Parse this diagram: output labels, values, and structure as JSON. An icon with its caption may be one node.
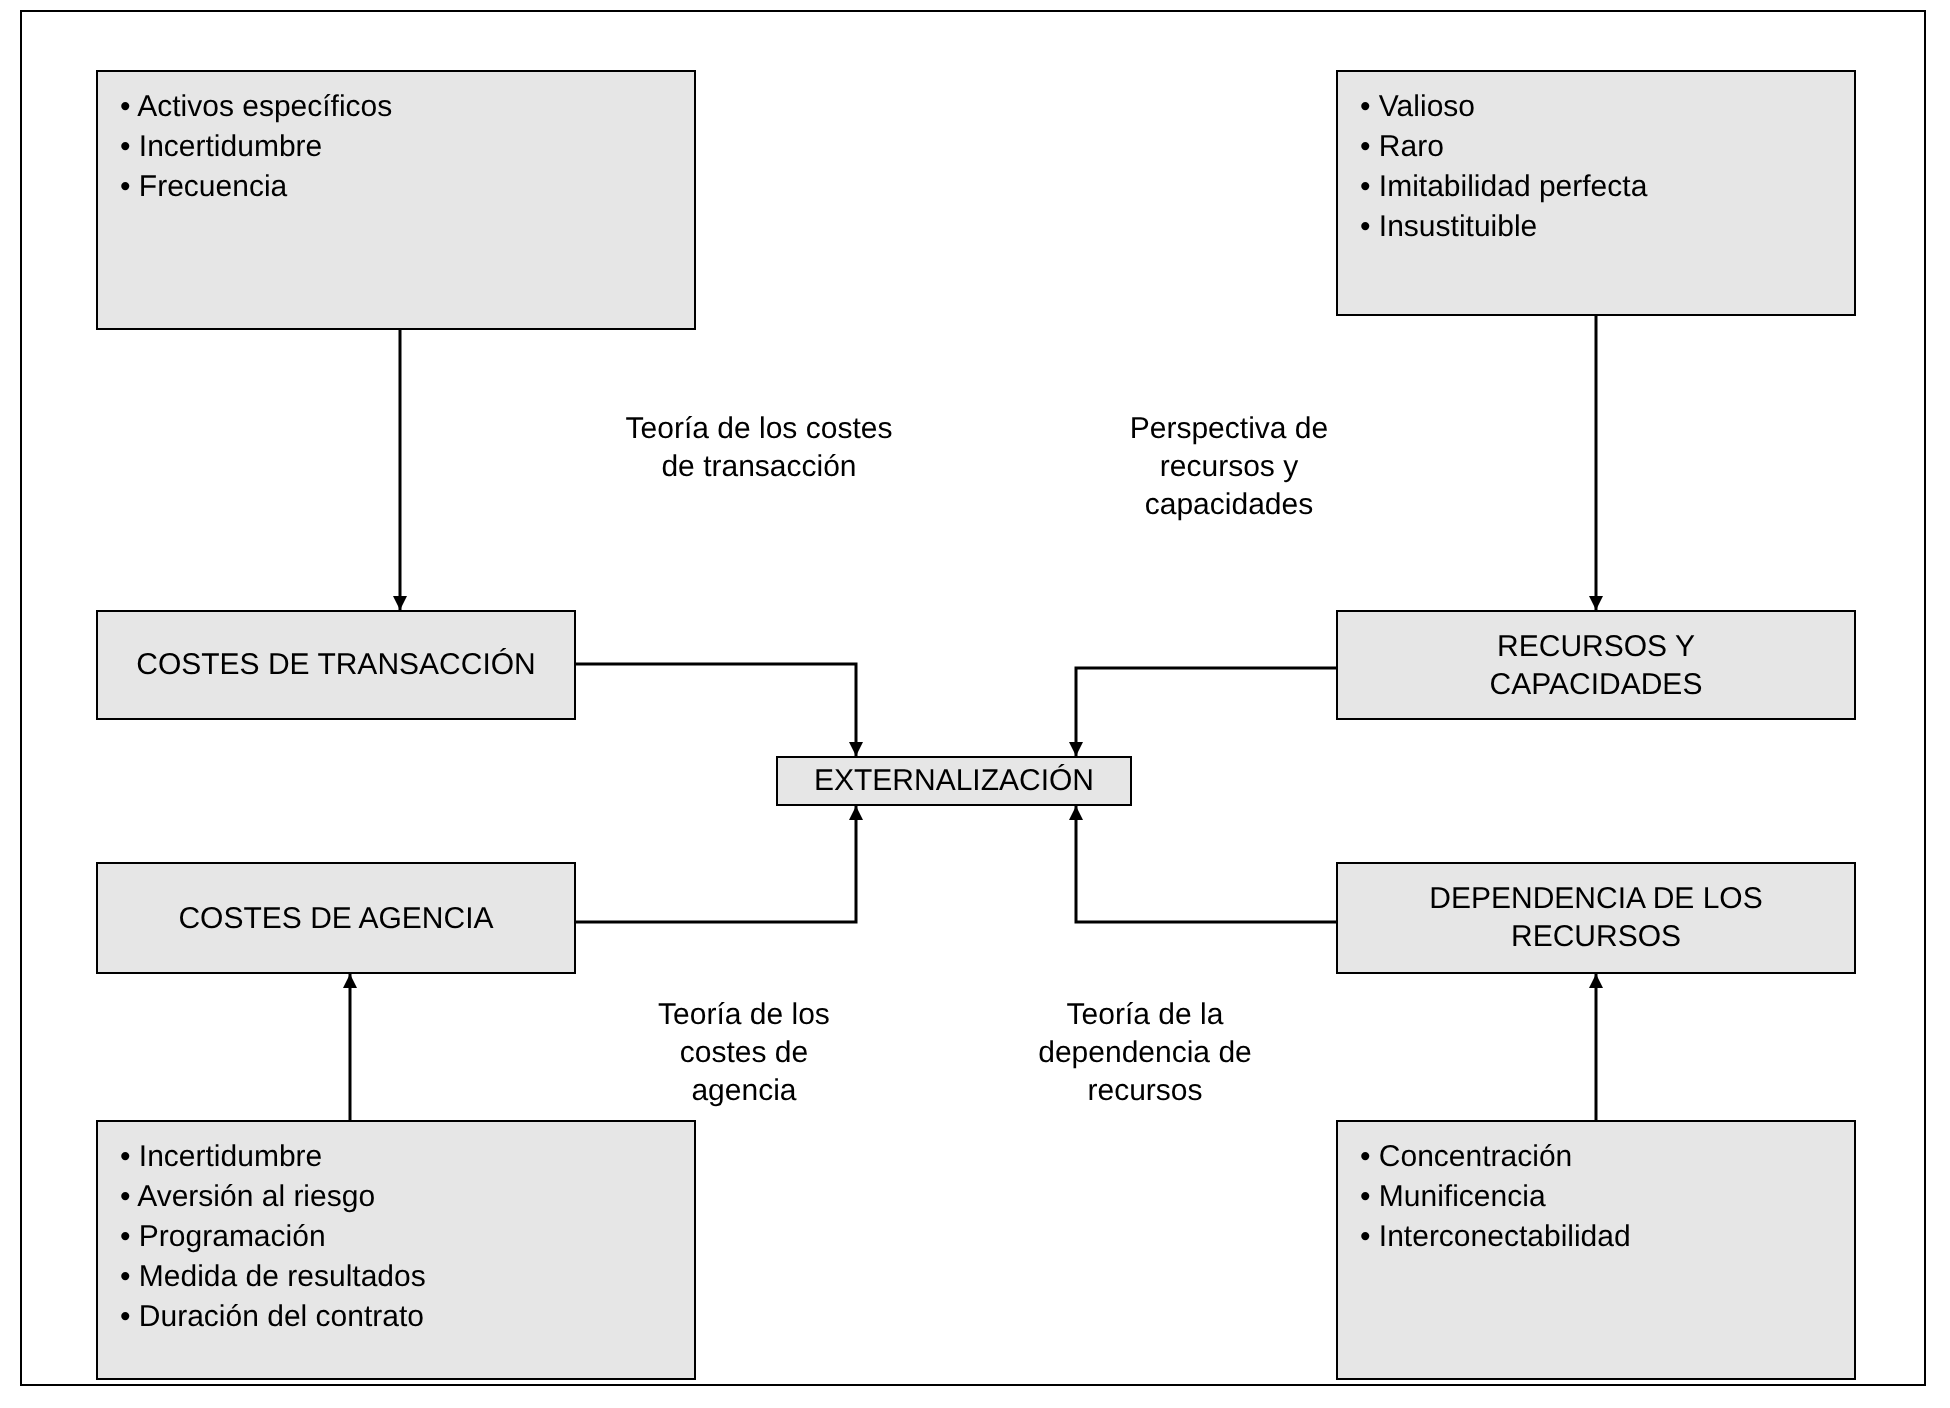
{
  "diagram": {
    "nodes": [
      {
        "text": [
          "• Activos específicos",
          "• Incertidumbre",
          "• Frecuencia"
        ]
      },
      {
        "text": [
          "• Valioso",
          "• Raro",
          "• Imitabilidad perfecta",
          "• Insustituible"
        ]
      },
      {
        "text": [
          "COSTES DE TRANSACCIÓN"
        ]
      },
      {
        "text": [
          "RECURSOS Y CAPACIDADES"
        ]
      },
      {
        "text": [
          "EXTERNALIZACIÓN"
        ]
      },
      {
        "text": [
          "COSTES DE AGENCIA"
        ]
      },
      {
        "text": [
          "DEPENDENCIA DE LOS RECURSOS"
        ]
      },
      {
        "text": [
          "• Incertidumbre",
          "• Aversión al riesgo",
          "• Programación",
          "• Medida de resultados",
          "• Duración del contrato"
        ]
      },
      {
        "text": [
          "• Concentración",
          "• Munificencia",
          "• Interconectabilidad"
        ]
      }
    ],
    "edges": [
      {
        "from": 0,
        "to": 2,
        "arrow": "to"
      },
      {
        "from": 1,
        "to": 3,
        "arrow": "to"
      },
      {
        "from": 2,
        "to": 4,
        "arrow": "to"
      },
      {
        "from": 3,
        "to": 4,
        "arrow": "to"
      },
      {
        "from": 5,
        "to": 4,
        "arrow": "to"
      },
      {
        "from": 6,
        "to": 4,
        "arrow": "to"
      },
      {
        "from": 7,
        "to": 5,
        "arrow": "to"
      },
      {
        "from": 8,
        "to": 6,
        "arrow": "to"
      }
    ],
    "labels": [
      "Teoría de los costes de transacción",
      "Perspectiva de recursos y capacidades",
      "Teoría de los costes de agencia",
      "Teoría de la dependencia de recursos"
    ]
  }
}
